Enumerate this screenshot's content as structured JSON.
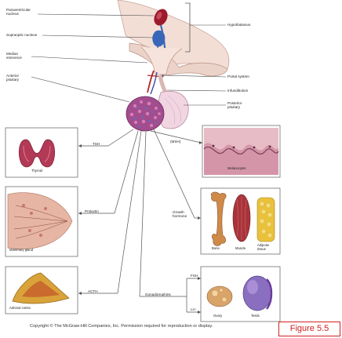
{
  "labels": {
    "paraventricular": "Paraventricular nucleus",
    "supraoptic": "Supraoptic nucleus",
    "median_eminence": "Median eminence",
    "anterior_pituitary": "Anterior pituitary",
    "hypothalamus": "Hypothalamus",
    "portal_system": "Portal system",
    "infundibulum": "Infundibulum",
    "posterior_pituitary": "Posterior pituitary",
    "tsh": "TSH",
    "msh": "(MSH)",
    "prolactin": "Prolactin",
    "growth_hormone": "Growth hormone",
    "acth": "ACTH",
    "gonadotrophins": "Gonadotrophins",
    "fsh": "FSH",
    "lh": "LH"
  },
  "targets": {
    "thyroid": "Thyroid",
    "melanocytes": "Melanocytes",
    "mammary_gland": "Mammary gland",
    "bone": "Bone",
    "muscle": "Muscle",
    "adipose": "Adipose tissue",
    "adrenal_cortex": "Adrenal cortex",
    "ovary": "Ovary",
    "testis": "Testis"
  },
  "copyright": "Copyright © The McGraw-Hill Companies, Inc. Permission required for reproduction or display.",
  "figure_tag": "Figure 5.5",
  "colors": {
    "accent": "#d42020",
    "nucleus_red": "#9c1a2c",
    "nucleus_blue": "#3a66b8",
    "tissue_pink": "#e9c9c4",
    "bone": "#cf8a4a",
    "muscle": "#a8343a",
    "adipose": "#e9c23a",
    "adrenal": "#d9a33a",
    "testis": "#8a6fc0"
  }
}
